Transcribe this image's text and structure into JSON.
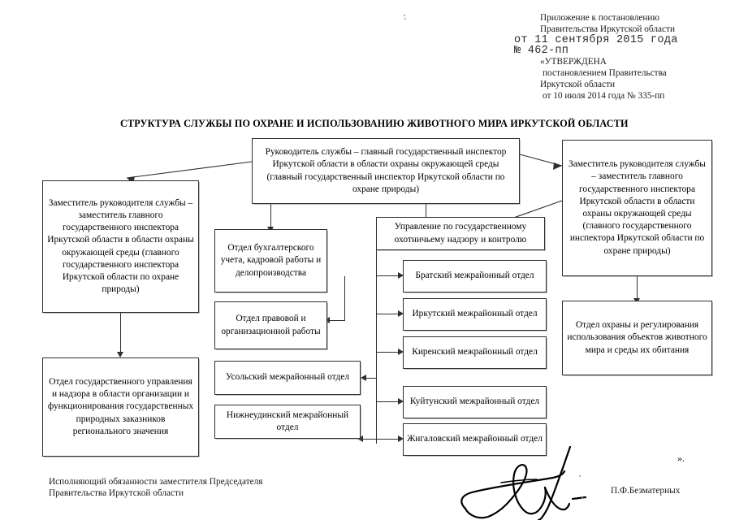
{
  "document": {
    "title": "СТРУКТУРА СЛУЖБЫ ПО ОХРАНЕ И ИСПОЛЬЗОВАНИЮ ЖИВОТНОГО МИРА ИРКУТСКОЙ ОБЛАСТИ"
  },
  "header": {
    "line1": "Приложение к постановлению",
    "line2": "Правительства Иркутской области",
    "stamp1": "от 11 сентября 2015 года",
    "stamp2": "№ 462-пп",
    "line3": "«УТВЕРЖДЕНА",
    "line4": "постановлением Правительства",
    "line5": "Иркутской области",
    "line6": "от 10 июля 2014 года  № 335-пп"
  },
  "nodes": {
    "head": "Руководитель службы – главный государственный инспектор Иркутской области в области охраны окружающей среды (главный государственный инспектор Иркутской области по охране природы)",
    "deputy_left": "Заместитель руководителя службы – заместитель главного государственного инспектора Иркутской области в области охраны окружающей среды (главного государственного инспектора Иркутской области по охране природы)",
    "deputy_right": "Заместитель руководителя службы – заместитель главного государственного инспектора Иркутской области в области охраны окружающей среды (главного государственного инспектора Иркутской области по охране природы)",
    "accounting": "Отдел бухгалтерского учета, кадровой работы и делопроизводства",
    "legal": "Отдел правовой и организационной работы",
    "usolsky": "Усольский межрайонный отдел",
    "nizhneudinsky": "Нижнеудинский межрайонный отдел",
    "state_mgmt": "Отдел государственного управления и надзора в области организации и функционирования государственных природных заказников регионального значения",
    "hunting_dept": "Управление по государственному охотничьему надзору и контролю",
    "bratsky": "Братский межрайонный отдел",
    "irkutsky": "Иркутский межрайонный отдел",
    "kirensky": "Киренский межрайонный отдел",
    "kuytunsky": "Куйтунский межрайонный отдел",
    "zhigalovsky": "Жигаловский межрайонный отдел",
    "protection_dept": "Отдел охраны и регулирования использования объектов животного мира и среды их обитания"
  },
  "footer": {
    "position_line1": "Исполняющий обязанности заместителя Председателя",
    "position_line2": "Правительства Иркутской области",
    "signer_name": "П.Ф.Безматерных",
    "closing_quote": "»."
  }
}
